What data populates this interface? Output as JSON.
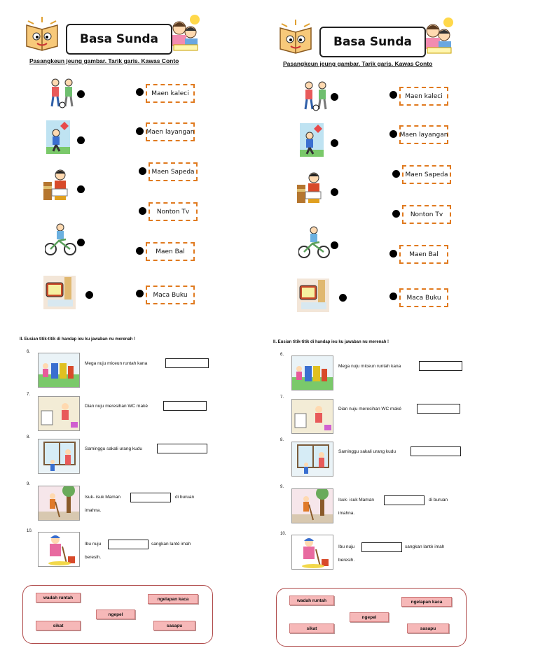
{
  "title": "Basa Sunda",
  "instruction": "Pasangkeun jeung gambar. Tarik garis. Kawas Conto",
  "matching_answers": [
    "Maen kaleci",
    "Maen layangan",
    "Maen Sapeda",
    "Nonton Tv",
    "Maen Bal",
    "Maca Buku"
  ],
  "section2_heading": "II.  Eusian titik-titik di handap ieu ku jawaban nu merenah !",
  "questions": [
    {
      "num": "6.",
      "before": "Mega nuju miceun runtah kana",
      "after": "",
      "line2": ""
    },
    {
      "num": "7.",
      "before": "Dian nuju meresihan WC maké",
      "after": "",
      "line2": ""
    },
    {
      "num": "8.",
      "before": "Saminggu sakali urang kudu",
      "after": "",
      "line2": ""
    },
    {
      "num": "9.",
      "before": "Isuk- isuk Maman",
      "after": "di buruan",
      "line2": "imahna."
    },
    {
      "num": "10.",
      "before": "Ibu nuju",
      "after": "sangkan lantè imah",
      "line2": "beresih."
    }
  ],
  "word_bank": [
    "wadah runtah",
    "ngelapan kaca",
    "ngepel",
    "sikat",
    "sasapu"
  ],
  "colors": {
    "dash": "#e07a1f",
    "word_bg": "#f6b8b8",
    "word_border": "#b04a4a"
  }
}
